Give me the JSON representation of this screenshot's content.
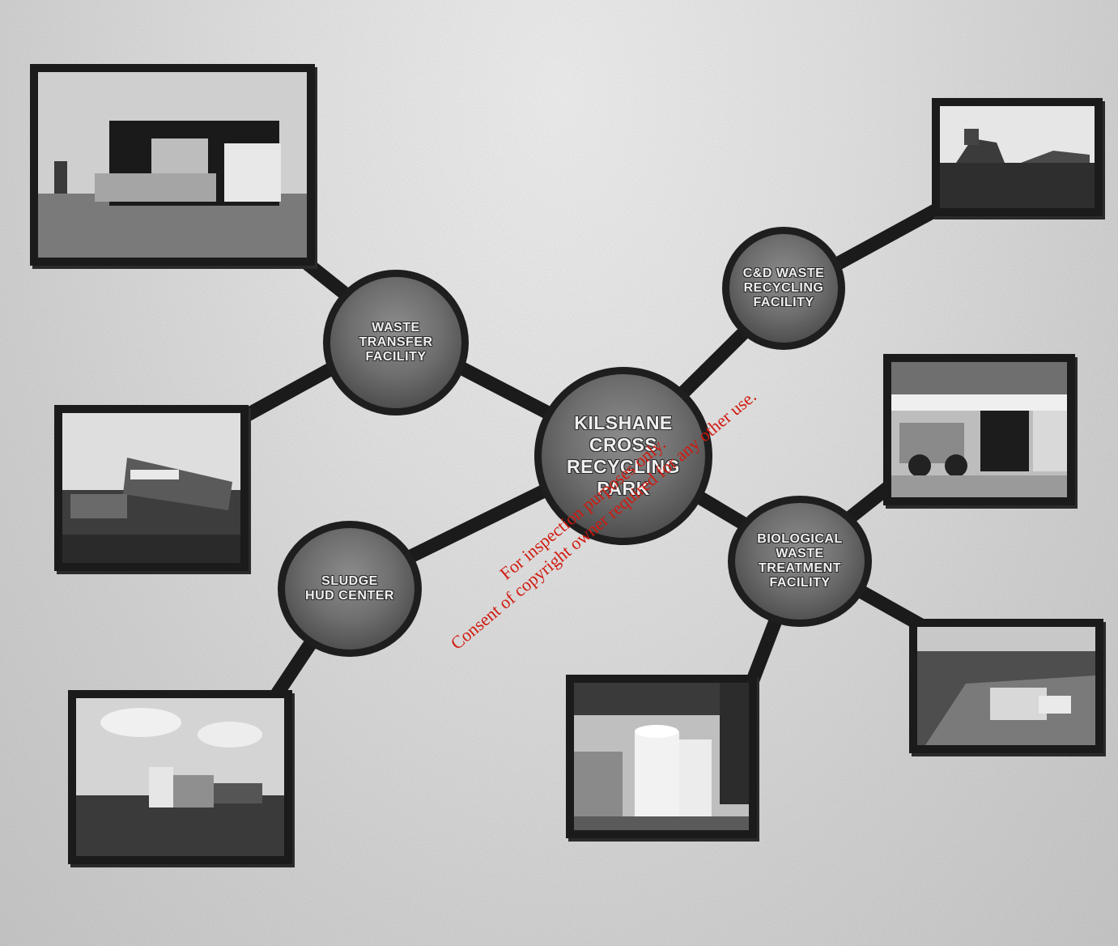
{
  "diagram": {
    "center": {
      "label": "KILSHANE\nCROSS\nRECYCLING\nPARK"
    },
    "nodes": {
      "waste_transfer": {
        "label": "WASTE\nTRANSFER\nFACILITY"
      },
      "cd_waste": {
        "label": "C&D WASTE\nRECYCLING\nFACILITY"
      },
      "biological": {
        "label": "BIOLOGICAL\nWASTE\nTREATMENT\nFACILITY"
      },
      "sludge": {
        "label": "SLUDGE\nHUD CENTER"
      }
    },
    "photos": [
      {
        "name": "transfer-building-photo",
        "subject": "transfer building"
      },
      {
        "name": "transfer-trucks-photo",
        "subject": "tanker trucks"
      },
      {
        "name": "cd-machinery-photo",
        "subject": "crushing machinery"
      },
      {
        "name": "biological-loader-photo",
        "subject": "loader in hall"
      },
      {
        "name": "biological-aerial-photo",
        "subject": "aerial plant view"
      },
      {
        "name": "biological-tanks-photo",
        "subject": "digester tanks"
      },
      {
        "name": "sludge-plant-photo",
        "subject": "sludge plant"
      }
    ]
  },
  "watermark": {
    "line1": "For inspection purposes only.",
    "line2": "Consent of copyright owner required for any other use.",
    "color": "#d01a10"
  },
  "colors": {
    "line": "#1b1b1b",
    "node_fill": "#6e6e6e",
    "text": "#efefef"
  }
}
